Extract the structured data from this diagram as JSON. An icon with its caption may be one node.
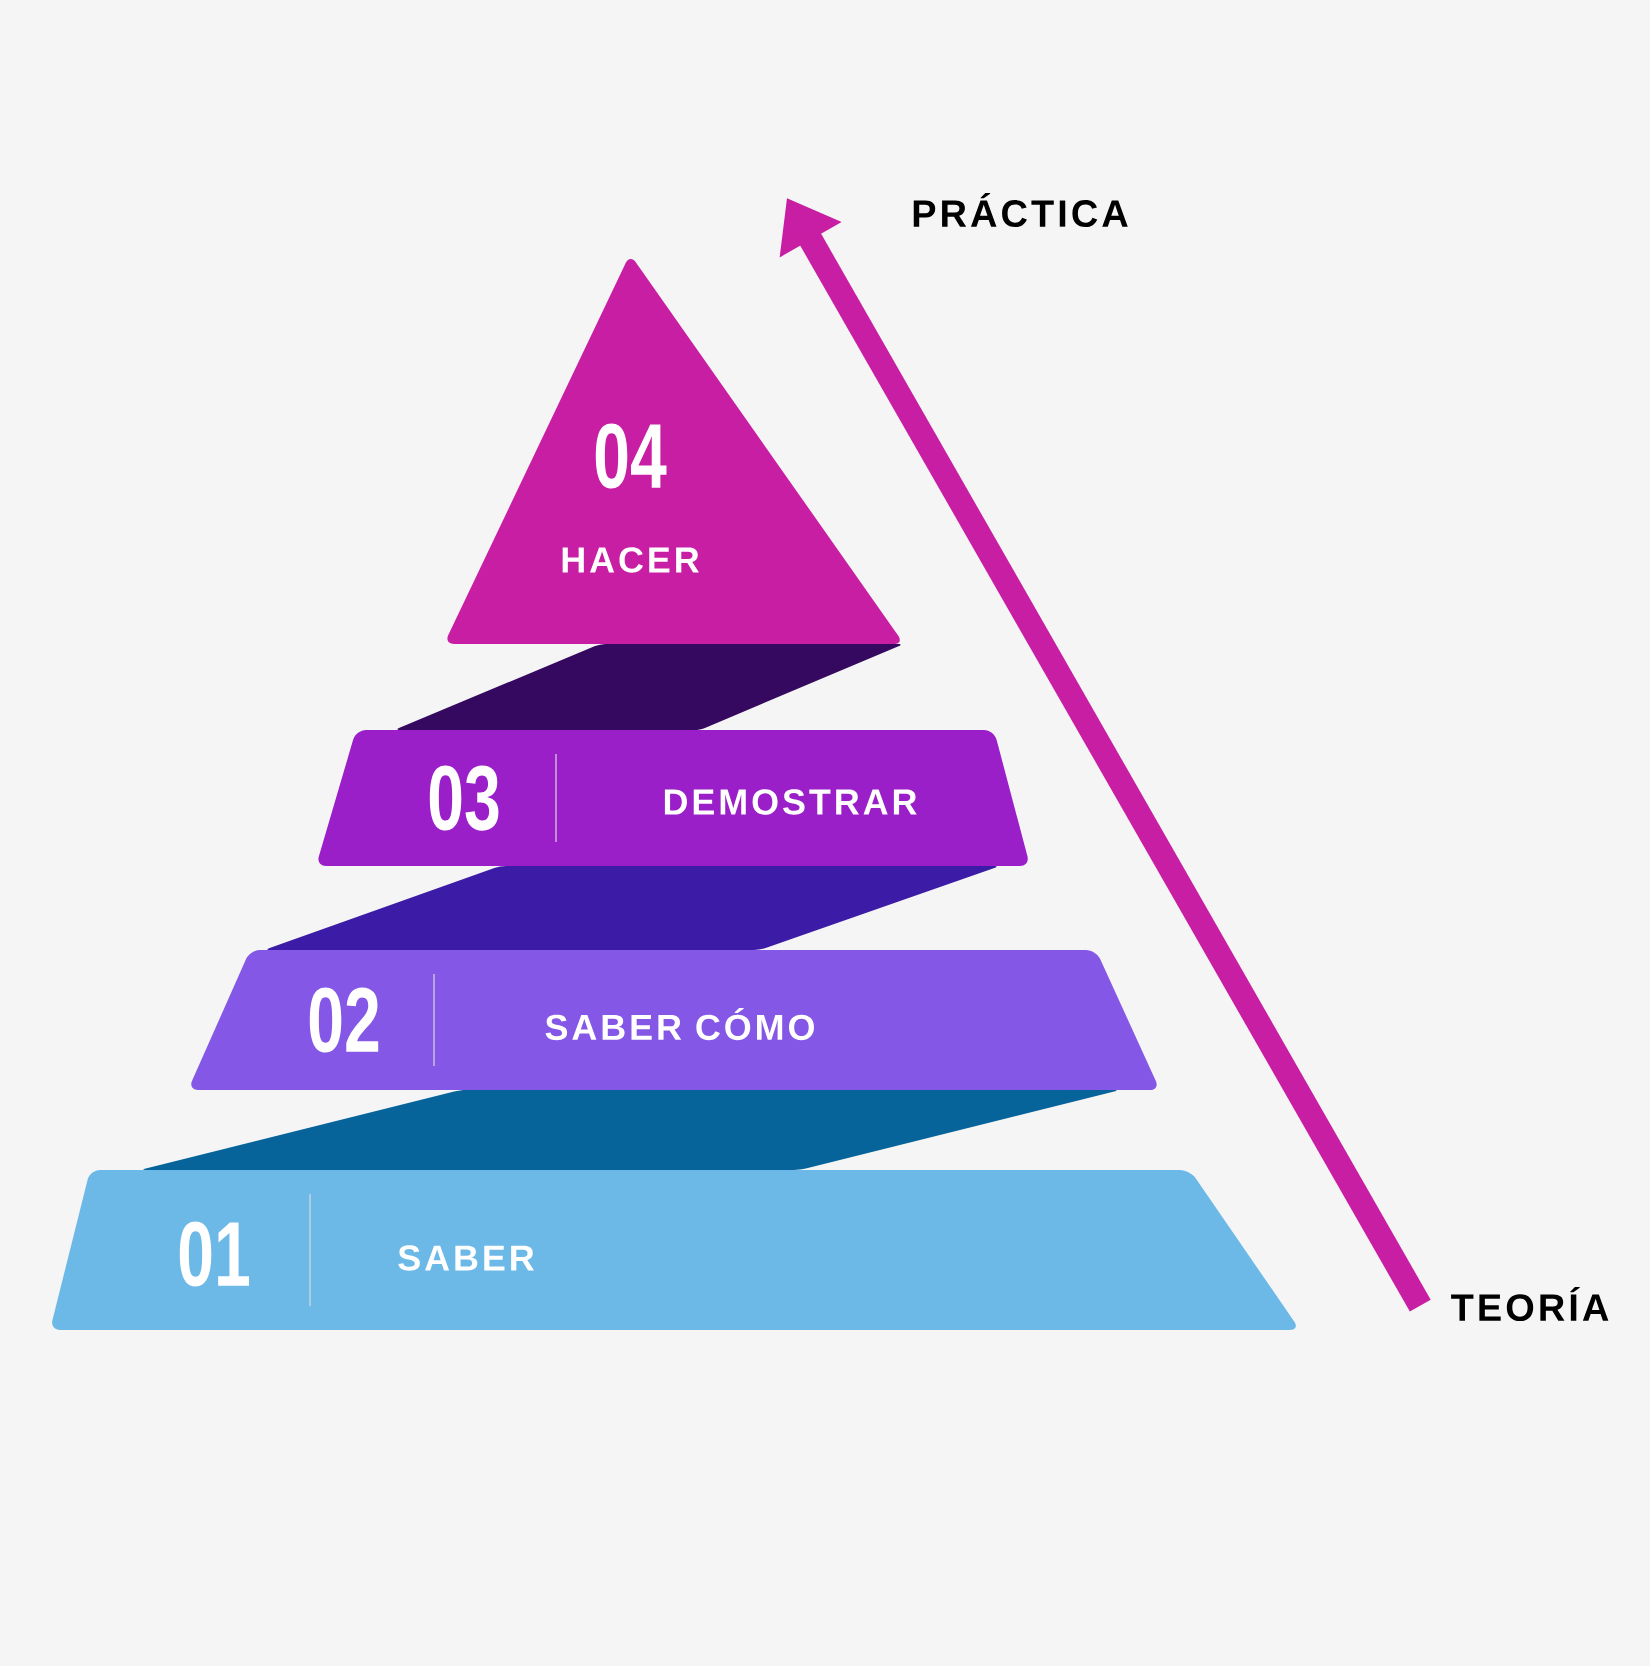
{
  "diagram": {
    "nodes": [
      {
        "text": [
          "PRÁCTICA"
        ]
      },
      {
        "text": [
          "04",
          "HACER"
        ]
      },
      {
        "text": [
          "03",
          "DEMOSTRAR"
        ]
      },
      {
        "text": [
          "02",
          "SABER CÓMO"
        ]
      },
      {
        "text": [
          "01",
          "SABER"
        ]
      },
      {
        "text": [
          "TEORÍA"
        ]
      }
    ],
    "edges": [
      {
        "from": 5,
        "to": 0,
        "arrow": "to"
      }
    ]
  }
}
